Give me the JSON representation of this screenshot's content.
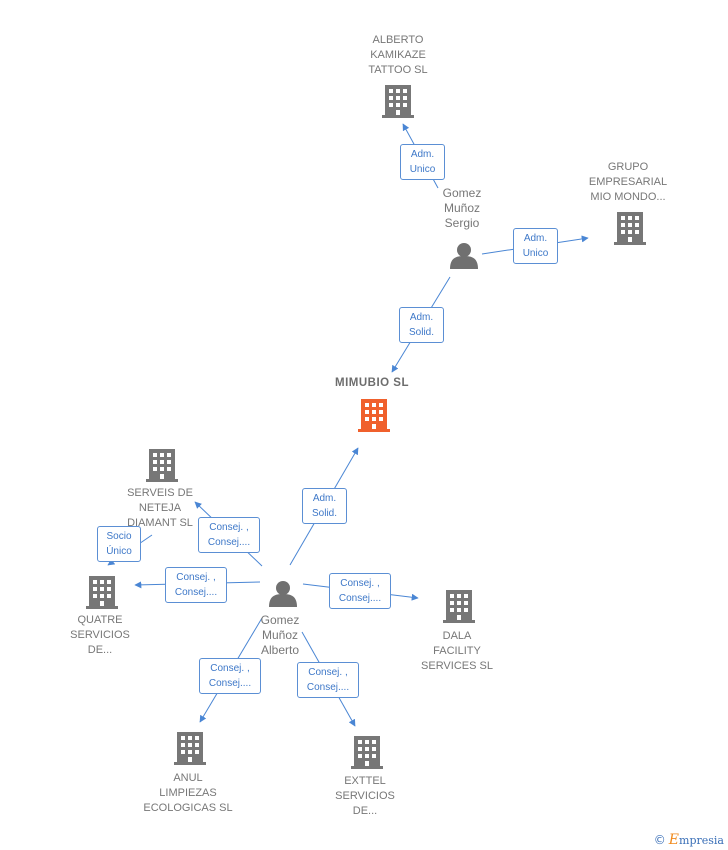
{
  "colors": {
    "edge": "#4a86d4",
    "company_icon": "#777777",
    "main_icon": "#f0602c",
    "person_icon": "#707070",
    "label_text": "#777777",
    "relation_text": "#3e78c8"
  },
  "nodes": {
    "alberto_kamikaze": {
      "kind": "company",
      "lines": [
        "ALBERTO",
        "KAMIKAZE",
        "TATTOO  SL"
      ]
    },
    "grupo_empresarial": {
      "kind": "company",
      "lines": [
        "GRUPO",
        "EMPRESARIAL",
        "MIO MONDO..."
      ]
    },
    "gomez_sergio": {
      "kind": "person",
      "lines": [
        "Gomez",
        "Muñoz",
        "Sergio"
      ]
    },
    "mimubio": {
      "kind": "main-company",
      "lines": [
        "MIMUBIO  SL"
      ]
    },
    "serveis_neteja": {
      "kind": "company",
      "lines": [
        "SERVEIS DE",
        "NETEJA",
        "DIAMANT SL"
      ]
    },
    "quatre_servicios": {
      "kind": "company",
      "lines": [
        "QUATRE",
        "SERVICIOS",
        "DE..."
      ]
    },
    "gomez_alberto": {
      "kind": "person",
      "lines": [
        "Gomez",
        "Muñoz",
        "Alberto"
      ]
    },
    "dala_facility": {
      "kind": "company",
      "lines": [
        "DALA",
        "FACILITY",
        "SERVICES  SL"
      ]
    },
    "anul_limpiezas": {
      "kind": "company",
      "lines": [
        "ANUL",
        "LIMPIEZAS",
        "ECOLOGICAS SL"
      ]
    },
    "exttel_servicios": {
      "kind": "company",
      "lines": [
        "EXTTEL",
        "SERVICIOS",
        "DE..."
      ]
    }
  },
  "relations": {
    "sergio_alberto_kamikaze": [
      "Adm.",
      "Unico"
    ],
    "sergio_grupo": [
      "Adm.",
      "Unico"
    ],
    "sergio_mimubio": [
      "Adm.",
      "Solid."
    ],
    "alberto_mimubio": [
      "Adm.",
      "Solid."
    ],
    "alberto_serveis": [
      "Consej. ,",
      "Consej...."
    ],
    "serveis_quatre": [
      "Socio",
      "Único"
    ],
    "alberto_quatre": [
      "Consej. ,",
      "Consej...."
    ],
    "alberto_dala": [
      "Consej. ,",
      "Consej...."
    ],
    "alberto_anul": [
      "Consej. ,",
      "Consej...."
    ],
    "alberto_exttel": [
      "Consej. ,",
      "Consej...."
    ]
  },
  "brand": {
    "copyright": "©",
    "initial": "E",
    "rest": "mpresia"
  }
}
